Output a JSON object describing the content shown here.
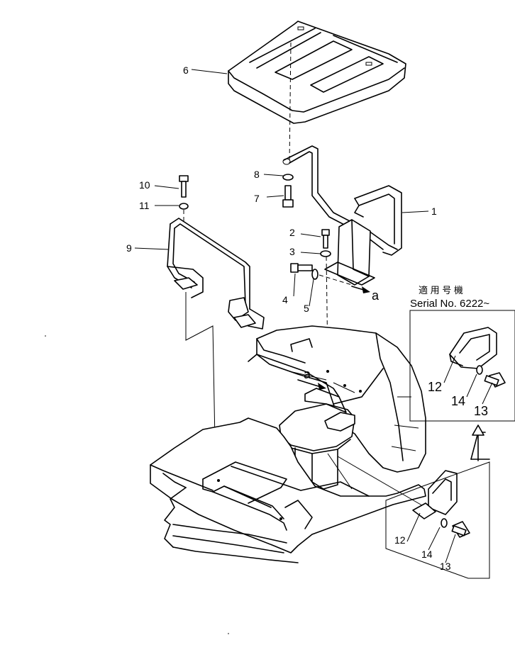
{
  "callouts": {
    "c1": "1",
    "c2": "2",
    "c3": "3",
    "c4": "4",
    "c5": "5",
    "c6": "6",
    "c7": "7",
    "c8": "8",
    "c9": "9",
    "c10": "10",
    "c11": "11",
    "c12": "12",
    "c13": "13",
    "c14": "14"
  },
  "view_markers": {
    "a_right": "a",
    "a_center": "a"
  },
  "inset": {
    "title_jp": "適 用 号 機",
    "serial": "Serial No. 6222~",
    "c12": "12",
    "c14": "14",
    "c13": "13"
  }
}
